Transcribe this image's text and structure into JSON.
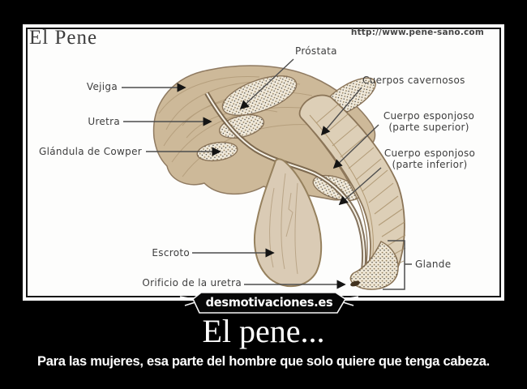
{
  "framed_image": {
    "title": "El Pene",
    "source_url": "http://www.pene-sano.com",
    "labels": {
      "vejiga": "Vejiga",
      "uretra": "Uretra",
      "glandula_cowper": "Glándula de Cowper",
      "prostata": "Próstata",
      "cuerpos_cavernosos": "Cuerpos cavernosos",
      "cuerpo_esponjoso_superior": "Cuerpo esponjoso\n(parte superior)",
      "cuerpo_esponjoso_inferior": "Cuerpo esponjoso\n(parte inferior)",
      "escroto": "Escroto",
      "orificio_uretra": "Orificio de la uretra",
      "glande": "Glande"
    }
  },
  "watermark": {
    "text": "desmotivaciones.es"
  },
  "caption": {
    "title": "El pene...",
    "subtitle": "Para las mujeres, esa parte del hombre que solo quiere que tenga cabeza."
  },
  "colors": {
    "background": "#000000",
    "frame": "#ffffff",
    "ink": "#3e3e3e",
    "label_line": "#4d4d4d",
    "skin_light": "#efe8d8",
    "skin_mid": "#cdb998",
    "skin_outline": "#8b7558",
    "caption_text": "#ffffff"
  }
}
